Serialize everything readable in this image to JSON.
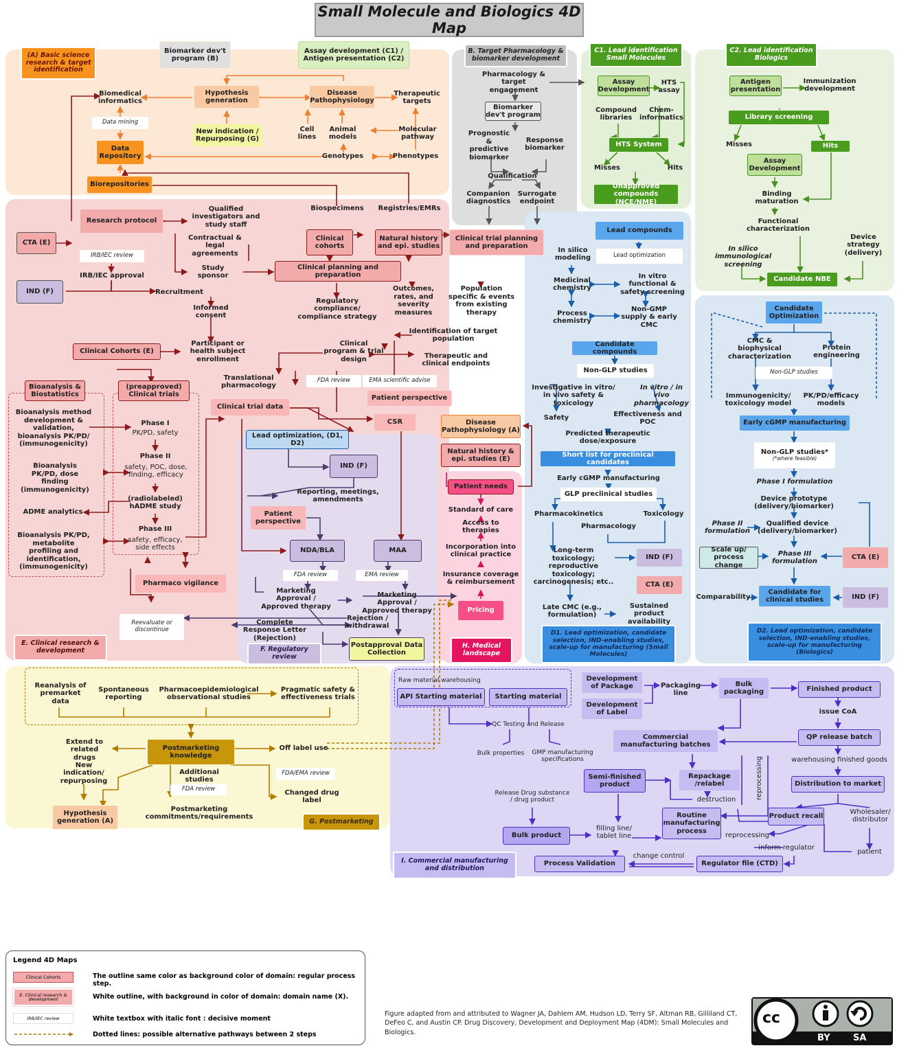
{
  "title": "Small Molecule and Biologics 4D Map",
  "colors": {
    "regionA": "#fde8d6",
    "regionB": "#dedede",
    "regionC1": "#e4efd8",
    "regionC2": "#e9f2df",
    "regionD1": "#dbe7f3",
    "regionD2": "#dbe7f3",
    "regionE": "#f7d5d5",
    "regionF": "#e4dcee",
    "regionG": "#fbf7d2",
    "regionH": "#fbd4e0",
    "regionI": "#ddd6f5",
    "boxA": "#f9c9a3",
    "boxB": "#e0e0e0",
    "boxC": "#bfe09a",
    "boxD": "#bcd8f3",
    "boxE": "#f2aaaa",
    "boxF": "#cbbde0",
    "boxG": "#d9a31a",
    "boxH": "#f54f86",
    "boxI": "#c6bcf2",
    "wireA": "#f08030",
    "wireB": "#555555",
    "wireC": "#4a9020",
    "wireD": "#1a5ea8",
    "wireE": "#8c1a1a",
    "wireF": "#4a3a6a",
    "wireG": "#b37a00",
    "wireH": "#d4145a",
    "wireI": "#4b2fc7"
  },
  "domains": {
    "A": "(A) Basic science research & target identification",
    "B": "B. Target Pharmacology & biomarker development",
    "C1": "C1. Lead identification Small Molecules",
    "C2": "C2. Lead identification Biologics",
    "D1": "D1. Lead optimization, candidate selection, IND-enabling studies, scale-up for manufacturing (Small Molecules)",
    "D2": "D2. Lead optimization, candidate selection, IND-enabling studies, scale-up for manufacturing (Biologics)",
    "E": "E. Clinical research & development",
    "F": "F. Regulatory review",
    "G": "G. Postmarketing",
    "H": "H. Medical landscape",
    "I": "I. Commercial manufacturing and distribution"
  },
  "nodes": {
    "a_biomarker": "Biomarker dev't program (B)",
    "a_assaydev": "Assay development (C1) / Antigen presentation (C2)",
    "a_biomed": "Biomedical informatics",
    "a_hypothesis": "Hypothesis generation",
    "a_disease": "Disease Pathophysiology",
    "a_therapeutic": "Therapeutic targets",
    "a_datamining": "Data mining",
    "a_newindication": "New indication / Repurposing (G)",
    "a_cell": "Cell lines",
    "a_animal": "Animal models",
    "a_molecular": "Molecular pathway",
    "a_datarepo": "Data Repository",
    "a_genotypes": "Genotypes",
    "a_phenotypes": "Phenotypes",
    "a_biorepos": "Biorepositories",
    "b_pharm": "Pharmacology & target engagement",
    "b_biomarker": "Biomarker dev't program",
    "b_prognostic": "Prognostic & predictive biomarker",
    "b_response": "Response biomarker",
    "b_qualification": "Qualification",
    "b_companion": "Companion diagnostics",
    "b_surrogate": "Surrogate endpoint",
    "c1_assay": "Assay Development",
    "c1_hts": "HTS assay",
    "c1_compound": "Compound libraries",
    "c1_chem": "Chem-informatics",
    "c1_htssys": "HTS System",
    "c1_misses": "Misses",
    "c1_hits": "Hits",
    "c1_unapproved": "Unapproved compounds (NCE/NME)",
    "c2_antigen": "Antigen presentation",
    "c2_immunization": "Immunization development",
    "c2_library": "Library screening",
    "c2_misses": "Misses",
    "c2_hits": "Hits",
    "c2_assay": "Assay Development",
    "c2_binding": "Binding maturation",
    "c2_functional": "Functional characterization",
    "c2_insilico": "In silico immunological screening",
    "c2_device": "Device strategy (delivery)",
    "c2_candidate": "Candidate NBE",
    "d1_lead": "Lead compounds",
    "d1_insilico": "In silico modeling",
    "d1_leadopt": "Lead optimization",
    "d1_medchem": "Medicinal chemistry",
    "d1_invitro": "In vitro functional & safety screening",
    "d1_process": "Process chemistry",
    "d1_nongmp": "Non-GMP supply & early CMC",
    "d1_candidate": "Candidate compounds",
    "d1_nonglp": "Non-GLP studies",
    "d1_investigative": "Investigative in vitro/ in vivo safety & toxicology",
    "d1_invivo": "In vitro / in vivo pharmacology",
    "d1_safety": "Safety",
    "d1_effect": "Effectiveness and POC",
    "d1_predicted": "Predicted therapeutic dose/exposure",
    "d1_shortlist": "Short list for preclinical candidates",
    "d1_earlycgmp": "Early cGMP manufacturing",
    "d1_glp": "GLP preclinical studies",
    "d1_pk": "Pharmacokinetics",
    "d1_tox": "Toxicology",
    "d1_pharmacology": "Pharmacology",
    "d1_longterm": "Long-term toxicology; reproductive toxicology; carcinogenesis; etc..",
    "d1_ind": "IND (F)",
    "d1_cta": "CTA (E)",
    "d1_latecmc": "Late CMC (e.g., formulation)",
    "d1_sustained": "Sustained product availability",
    "d2_candopt": "Candidate Optimization",
    "d2_cmc": "CMC & biophysical characterization",
    "d2_protein": "Protein engineering",
    "d2_nonglp": "Non-GLP studies",
    "d2_immuno": "Immunogenicity/ toxicology model",
    "d2_pkpd": "PK/PD/efficacy models",
    "d2_earlycgmp": "Early cGMP manufacturing",
    "d2_nonglp2": "Non-GLP studies*",
    "d2_nonglp2note": "(*where feasible)",
    "d2_phase1": "Phase I formulation",
    "d2_device": "Device prototype (delivery/biomarker)",
    "d2_phase2": "Phase II formulation",
    "d2_qualified": "Qualified device (delivery/biomarker)",
    "d2_scaleup": "Scale up/ process change",
    "d2_phase3": "Phase III formulation",
    "d2_cta": "CTA (E)",
    "d2_comparability": "Comparability",
    "d2_candclin": "Candidate for clinical studies",
    "d2_ind": "IND (F)",
    "e_research": "Research protocol",
    "e_qualified": "Qualified investigators and study staff",
    "e_biospecimens": "Biospecimens",
    "e_registries": "Registries/EMRs",
    "e_cta": "CTA (E)",
    "e_irbreview": "IRB/IEC review",
    "e_contractual": "Contractual & legal agreements",
    "e_cohorts": "Clinical cohorts",
    "e_natural": "Natural history and epi. studies",
    "e_trialplanning": "Clinical trial planning and preparation",
    "e_irbapproval": "IRB/IEC approval",
    "e_sponsor": "Study sponsor",
    "e_planning": "Clinical planning and preparation",
    "e_ind": "IND (F)",
    "e_recruitment": "Recruitment",
    "e_outcomes": "Outcomes, rates, and severity measures",
    "e_population": "Population specific & events from existing therapy",
    "e_regulatory": "Regulatory compliance/ compliance strategy",
    "e_informed": "Informed consent",
    "e_identification": "Identification of target population",
    "e_cohorts2": "Clinical Cohorts (E)",
    "e_participant": "Participant or health subject enrollment",
    "e_program": "Clinical program & trial design",
    "e_endpoints": "Therapeutic and clinical endpoints",
    "e_bioanalysis": "Bioanalysis & Biostatistics",
    "e_preapproved": "(preapproved) Clinical trials",
    "e_translational": "Translational pharmacology",
    "e_fdareview": "FDA review",
    "e_emaadvise": "EMA scientific advise",
    "e_patientpersp": "Patient perspective",
    "e_method": "Bioanalysis method development & validation, bioanalysis PK/PD/ (immunogenicity)",
    "e_phase1": "Phase I",
    "e_phase1d": "PK/PD, safety",
    "e_ctdata": "Clinical trial data",
    "e_csr": "CSR",
    "e_bpkpd": "Bioanalysis PK/PD, dose finding (immunogenicity)",
    "e_phase2": "Phase II",
    "e_phase2d": "safety, POC, dose, finding, efficacy",
    "e_adme": "ADME analytics",
    "e_hadme": "(radiolabeled) hADME study",
    "e_bpkpd2": "Bioanalysis PK/PD, metabolite profiling and identification, (immunogenicity)",
    "e_phase3": "Phase III",
    "e_phase3d": "safety, efficacy, side effects",
    "e_pharmaco": "Pharmaco vigilance",
    "e_reevaluate": "Reevaluate or discontinue",
    "f_leadopt": "Lead optimization, (D1, D2)",
    "f_ind": "IND (F)",
    "f_reporting": "Reporting, meetings, amendments",
    "f_patient": "Patient perspective",
    "f_nda": "NDA/BLA",
    "f_maa": "MAA",
    "f_fdareview": "FDA review",
    "f_emareview": "EMA review",
    "f_marketing1": "Marketing Approval / Approved therapy",
    "f_marketing2": "Marketing Approval / Approved therapy",
    "f_rejection": "Rejection / withdrawal",
    "f_complete": "Complete Response Letter (Rejection)",
    "f_postapproval": "Postapproval Data Collection",
    "h_disease": "Disease Pathophysiology (A)",
    "h_natural": "Natural history & epi. studies (E)",
    "h_patientneeds": "Patient needs",
    "h_standard": "Standard of care",
    "h_access": "Access to therapies",
    "h_incorp": "Incorporation into clinical practice",
    "h_insurance": "Insurance coverage & reimbursement",
    "h_pricing": "Pricing",
    "g_reanalysis": "Reanalysis of premarket data",
    "g_spontaneous": "Spontaneous reporting",
    "g_pharmacoepi": "Pharmacoepidemiological observational studies",
    "g_pragmatic": "Pragmatic safety & effectiveness trials",
    "g_extend": "Extend to related drugs",
    "g_postknow": "Postmarketing knowledge",
    "g_offlabel": "Off label use",
    "g_newind": "New indication/ repurposing",
    "g_additional": "Additional studies",
    "g_fdareview": "FDA review",
    "g_fdaemareview": "FDA/EMA review",
    "g_changed": "Changed drug label",
    "g_hypothesis": "Hypothesis generation (A)",
    "g_commitments": "Postmarketing commitments/requirements",
    "i_rawmat": "Raw material warehousing",
    "i_api": "API Starting material",
    "i_starting": "Starting material",
    "i_devpkg": "Development of Package",
    "i_devlabel": "Development of Label",
    "i_packaging": "Packaging line",
    "i_bulkpkg": "Bulk packaging",
    "i_finished": "Finished product",
    "i_issuecoa": "issue CoA",
    "i_qc": "QC Testing and Release",
    "i_bulkprop": "Bulk properties",
    "i_gmpspec": "GMP manufacturing specifications",
    "i_commercial": "Commercial manufacturing batches",
    "i_qprelease": "QP release batch",
    "i_warehousing": "warehousing finished goods",
    "i_semi": "Semi-finished product",
    "i_repackage": "Repackage /relabel",
    "i_reprocessing_v": "reprocessing",
    "i_distribution": "Distribution to market",
    "i_release": "Release Drug substance / drug product",
    "i_destruction": "destruction",
    "i_routine": "Routine manufacturing process",
    "i_recall": "Product recall",
    "i_wholesaler": "Wholesaler/ distributor",
    "i_bulkproduct": "Bulk product",
    "i_filling": "filling line/ tablet line",
    "i_reprocessing": "reprocessing",
    "i_inform": "inform regulator",
    "i_patient": "patient",
    "i_processval": "Process Validation",
    "i_change": "change control",
    "i_regulator": "Regulator file (CTD)"
  },
  "legend": {
    "title": "Legend 4D Maps",
    "sample1": "Clinical Cohorts",
    "text1": "The outline same color as background color of domain: regular process step.",
    "sample2": "E. Clinical research & development",
    "text2": "White outline, with background in color of domain: domain name (X).",
    "sample3": "IRB/IEC review",
    "text3": "White textbox with italic font : decisive moment",
    "text4": "Dotted lines: possible alternative pathways between 2 steps"
  },
  "credit": "Figure adapted from and attributed to Wagner JA, Dahlem AM, Hudson LD, Terry SF, Altman RB, Gilliland CT, DeFeo C, and Austin CP. Drug Discovery, Development and Deployment Map (4DM): Small Molecules and Biologics.",
  "license": {
    "cc": "cc",
    "by": "BY",
    "sa": "SA"
  }
}
